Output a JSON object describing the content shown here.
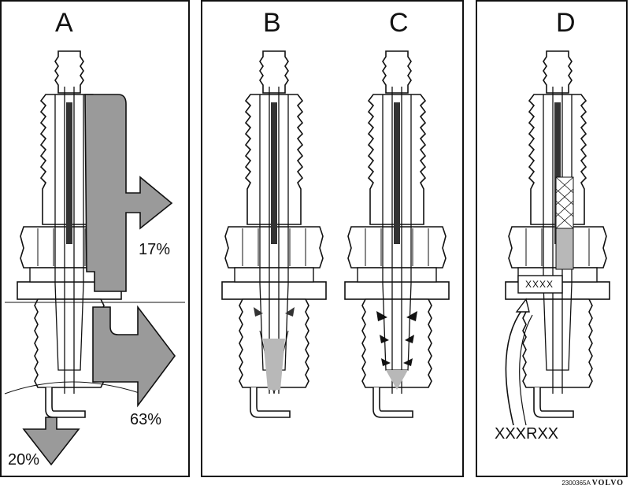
{
  "panels": [
    {
      "id": "A",
      "label": "A"
    },
    {
      "id": "B",
      "label": "B"
    },
    {
      "id": "C",
      "label": "C"
    },
    {
      "id": "D",
      "label": "D"
    }
  ],
  "heat_flow": {
    "upper": "17%",
    "lower": "63%",
    "tip": "20%"
  },
  "marking": {
    "box_text": "XXXX",
    "code": "XXXRXX"
  },
  "footer": {
    "ref": "2300365A",
    "brand": "VOLVO"
  },
  "colors": {
    "line": "#111111",
    "flow_fill": "#9a9a9a",
    "deposit_fill": "#b8b8b8"
  }
}
